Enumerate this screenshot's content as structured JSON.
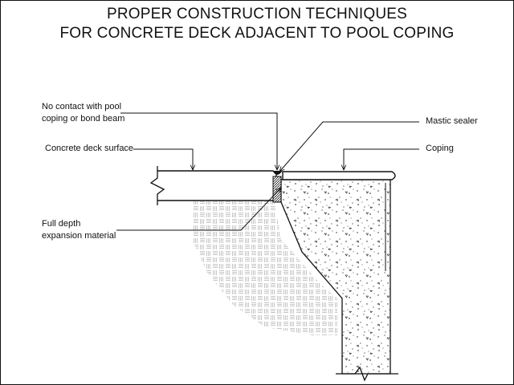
{
  "title": {
    "line1": "PROPER CONSTRUCTION TECHNIQUES",
    "line2": "FOR CONCRETE DECK ADJACENT TO POOL COPING"
  },
  "labels": {
    "no_contact_line1": "No contact with pool",
    "no_contact_line2": "coping or bond beam",
    "concrete_deck_surface": "Concrete deck surface",
    "full_depth_line1": "Full depth",
    "full_depth_line2": "expansion material",
    "mastic_sealer": "Mastic sealer",
    "coping": "Coping"
  },
  "colors": {
    "line": "#111111",
    "background": "#ffffff",
    "soil_hatch": "#b8b8b8",
    "speckle": "#222222"
  }
}
